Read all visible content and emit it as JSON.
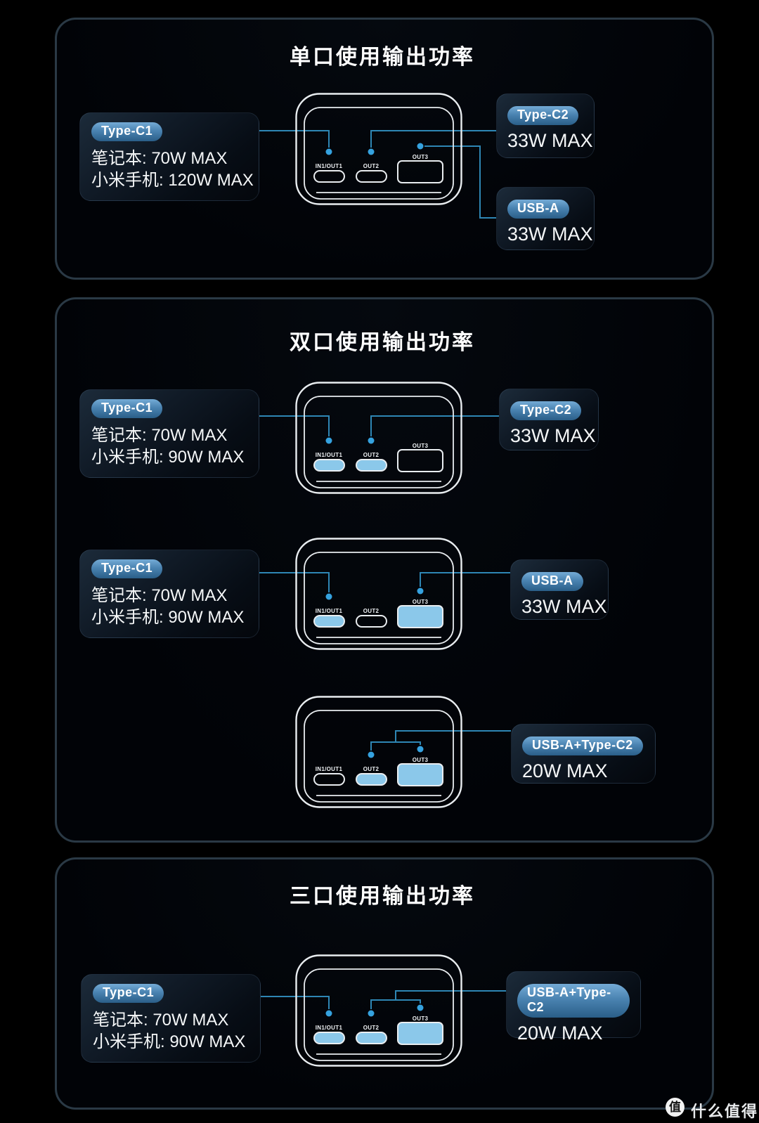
{
  "panels": [
    {
      "title": "单口使用输出功率",
      "rows": [
        {
          "left": {
            "pill": "Type-C1",
            "line1": "笔记本: 70W MAX",
            "line2": "小米手机: 120W MAX"
          },
          "right_top": {
            "pill": "Type-C2",
            "value": "33W MAX"
          },
          "right_bottom": {
            "pill": "USB-A",
            "value": "33W MAX"
          }
        }
      ]
    },
    {
      "title": "双口使用输出功率",
      "rows": [
        {
          "left": {
            "pill": "Type-C1",
            "line1": "笔记本: 70W MAX",
            "line2": "小米手机: 90W MAX"
          },
          "right": {
            "pill": "Type-C2",
            "value": "33W MAX"
          }
        },
        {
          "left": {
            "pill": "Type-C1",
            "line1": "笔记本: 70W MAX",
            "line2": "小米手机: 90W MAX"
          },
          "right": {
            "pill": "USB-A",
            "value": "33W MAX"
          }
        },
        {
          "right": {
            "pill": "USB-A+Type-C2",
            "value": "20W MAX"
          }
        }
      ]
    },
    {
      "title": "三口使用输出功率",
      "rows": [
        {
          "left": {
            "pill": "Type-C1",
            "line1": "笔记本: 70W MAX",
            "line2": "小米手机: 90W MAX"
          },
          "right": {
            "pill": "USB-A+Type-C2",
            "value": "20W MAX"
          }
        }
      ]
    }
  ],
  "devices": {
    "single": {
      "p1": {
        "label": "IN1/OUT1",
        "fill": "none"
      },
      "p2": {
        "label": "OUT2",
        "fill": "none"
      },
      "p3": {
        "label": "OUT3",
        "fill": "none"
      }
    },
    "dual_c1c2": {
      "p1": {
        "label": "IN1/OUT1",
        "fill": "#8BC8EA"
      },
      "p2": {
        "label": "OUT2",
        "fill": "#8BC8EA"
      },
      "p3": {
        "label": "OUT3",
        "fill": "none"
      }
    },
    "dual_c1a": {
      "p1": {
        "label": "IN1/OUT1",
        "fill": "#8BC8EA"
      },
      "p2": {
        "label": "OUT2",
        "fill": "none"
      },
      "p3": {
        "label": "OUT3",
        "fill": "#8BC8EA"
      }
    },
    "dual_ac2": {
      "p1": {
        "label": "IN1/OUT1",
        "fill": "none"
      },
      "p2": {
        "label": "OUT2",
        "fill": "#8BC8EA"
      },
      "p3": {
        "label": "OUT3",
        "fill": "#8BC8EA"
      }
    },
    "triple": {
      "p1": {
        "label": "IN1/OUT1",
        "fill": "#8BC8EA"
      },
      "p2": {
        "label": "OUT2",
        "fill": "#8BC8EA"
      },
      "p3": {
        "label": "OUT3",
        "fill": "#8BC8EA"
      }
    }
  },
  "colors": {
    "accent_line": "#2E86B4",
    "accent_dot": "#35A2DF",
    "port_active": "#8BC8EA",
    "panel_border": "#2A3945"
  },
  "watermark": {
    "logo_char": "值",
    "text": "什么值得买"
  }
}
